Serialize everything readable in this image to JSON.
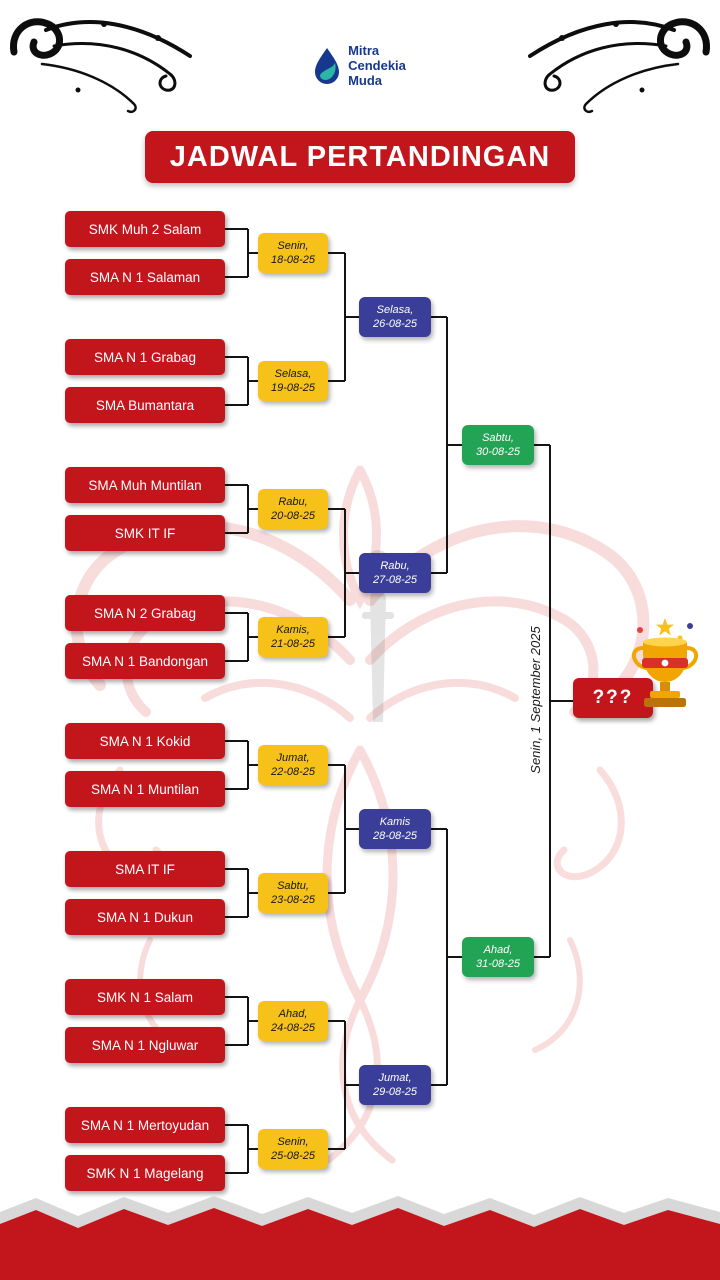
{
  "header": {
    "title": "JADWAL PERTANDINGAN",
    "logo": {
      "name": "Mitra Cendekia Muda",
      "lines": [
        "Mitra",
        "Cendekia",
        "Muda"
      ]
    }
  },
  "bracket": {
    "round1": [
      {
        "team1": "SMK Muh 2 Salam",
        "team2": "SMA N 1 Salaman",
        "day": "Senin,",
        "date": "18-08-25"
      },
      {
        "team1": "SMA N 1 Grabag",
        "team2": "SMA Bumantara",
        "day": "Selasa,",
        "date": "19-08-25"
      },
      {
        "team1": "SMA Muh Muntilan",
        "team2": "SMK IT IF",
        "day": "Rabu,",
        "date": "20-08-25"
      },
      {
        "team1": "SMA N 2 Grabag",
        "team2": "SMA N 1 Bandongan",
        "day": "Kamis,",
        "date": "21-08-25"
      },
      {
        "team1": "SMA N 1 Kokid",
        "team2": "SMA N 1 Muntilan",
        "day": "Jumat,",
        "date": "22-08-25"
      },
      {
        "team1": "SMA IT IF",
        "team2": "SMA N 1 Dukun",
        "day": "Sabtu,",
        "date": "23-08-25"
      },
      {
        "team1": "SMK N 1 Salam",
        "team2": "SMA N 1 Ngluwar",
        "day": "Ahad,",
        "date": "24-08-25"
      },
      {
        "team1": "SMA N 1 Mertoyudan",
        "team2": "SMK N 1 Magelang",
        "day": "Senin,",
        "date": "25-08-25"
      }
    ],
    "round2": [
      {
        "day": "Selasa,",
        "date": "26-08-25"
      },
      {
        "day": "Rabu,",
        "date": "27-08-25"
      },
      {
        "day": "Kamis",
        "date": "28-08-25"
      },
      {
        "day": "Jumat,",
        "date": "29-08-25"
      }
    ],
    "round3": [
      {
        "day": "Sabtu,",
        "date": "30-08-25"
      },
      {
        "day": "Ahad,",
        "date": "31-08-25"
      }
    ],
    "final": {
      "date_label": "Senin, 1 September 2025",
      "champion": "???"
    }
  },
  "colors": {
    "red": "#c3161c",
    "yellow": "#f6c21a",
    "blue": "#3a3e99",
    "green": "#23a455",
    "logo_blue": "#16398f",
    "line": "#141414"
  },
  "icons": {
    "trophy": "trophy-icon",
    "logo_drop": "water-drop-logo-icon",
    "flourish": "calligraphic-flourish-icon"
  }
}
